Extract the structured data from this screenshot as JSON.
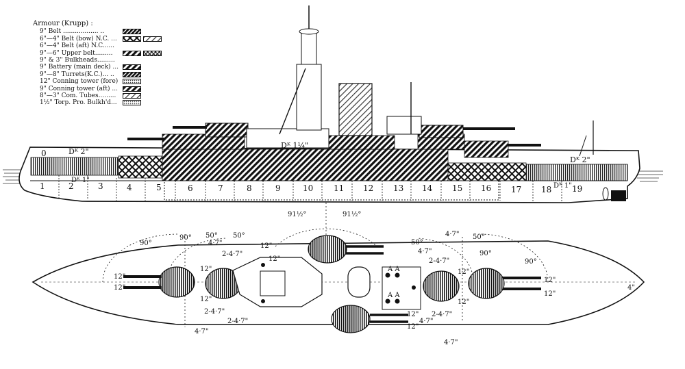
{
  "legend": {
    "title": "Armour (Krupp) :",
    "items": [
      {
        "label": "9\" Belt .................. ..",
        "swatch": "diag-dense",
        "swatch2": ""
      },
      {
        "label": "6\"—4\" Belt (bow) N.C. ...",
        "swatch": "cross",
        "swatch2": "hatch-light"
      },
      {
        "label": "6\"—4\" Belt (aft) N.C......",
        "swatch": "",
        "swatch2": ""
      },
      {
        "label": "9\"—6\" Upper belt.........",
        "swatch": "diag",
        "swatch2": "cross-fine"
      },
      {
        "label": "9\" & 3\" Bulkheads.........",
        "swatch": "",
        "swatch2": ""
      },
      {
        "label": "9\" Battery (main deck) ...",
        "swatch": "diag",
        "swatch2": ""
      },
      {
        "label": "9\"—8\" Turrets(K.C.)... ..",
        "swatch": "diag-dense",
        "swatch2": ""
      },
      {
        "label": "12\" Conning tower (fore)",
        "swatch": "dots",
        "swatch2": ""
      },
      {
        "label": "9\" Conning tower (aft) ...",
        "swatch": "diag",
        "swatch2": ""
      },
      {
        "label": "8\"—3\" Com. Tubes.........",
        "swatch": "diag-light",
        "swatch2": ""
      },
      {
        "label": "1½\" Torp. Pro. Bulkh'd...",
        "swatch": "dotted",
        "swatch2": ""
      }
    ]
  },
  "profile": {
    "deck_labels": [
      "Dᴷ 2\"",
      "Dᴷ 1\"",
      "Dᴷ 1¼\"",
      "Dᴷ 2\"",
      "Dᴷ 1\""
    ],
    "compartments": [
      "0",
      "1",
      "2",
      "3",
      "4",
      "5",
      "6",
      "7",
      "8",
      "9",
      "10",
      "11",
      "12",
      "13",
      "14",
      "15",
      "16",
      "17",
      "18",
      "19"
    ]
  },
  "plan": {
    "labels": {
      "arc_90_left": "90°",
      "arc_90_left2": "90°",
      "arc_50_left": "50°",
      "arc_50_left2": "50°",
      "arc_915_a": "91½°",
      "arc_915_b": "91½°",
      "arc_50_right": "50°",
      "arc_50_right2": "50°",
      "arc_90_right": "90°",
      "arc_90_right2": "90°",
      "g47_top_left": "4·7\"",
      "g12_a": "12\"",
      "g12_b": "12\"",
      "g2_47_a": "2-4·7\"",
      "g12_c": "12\"",
      "g12_fore1": "12\"",
      "g12_fore2": "12\"",
      "g12_d": "12\"",
      "g2_47_b": "2-4·7\"",
      "g2_47_c": "2-4·7\"",
      "g47_bottom_left": "4·7\"",
      "g47_top_right": "4·7\"",
      "g47_right_a": "4·7\"",
      "g2_47_d": "2-4·7\"",
      "g12_e": "12\"",
      "g12_f": "12\"",
      "g12_aft1": "12\"",
      "g12_aft2": "12\"",
      "g12_g": "12\"",
      "g47_bottom_mid": "4·7\"",
      "g2_47_e": "2-4·7\"",
      "g12_h": "12\"",
      "g47_bottom_right": "4·7\"",
      "g4_stern": "4\"",
      "aa1": "A A",
      "aa2": "A A"
    }
  }
}
